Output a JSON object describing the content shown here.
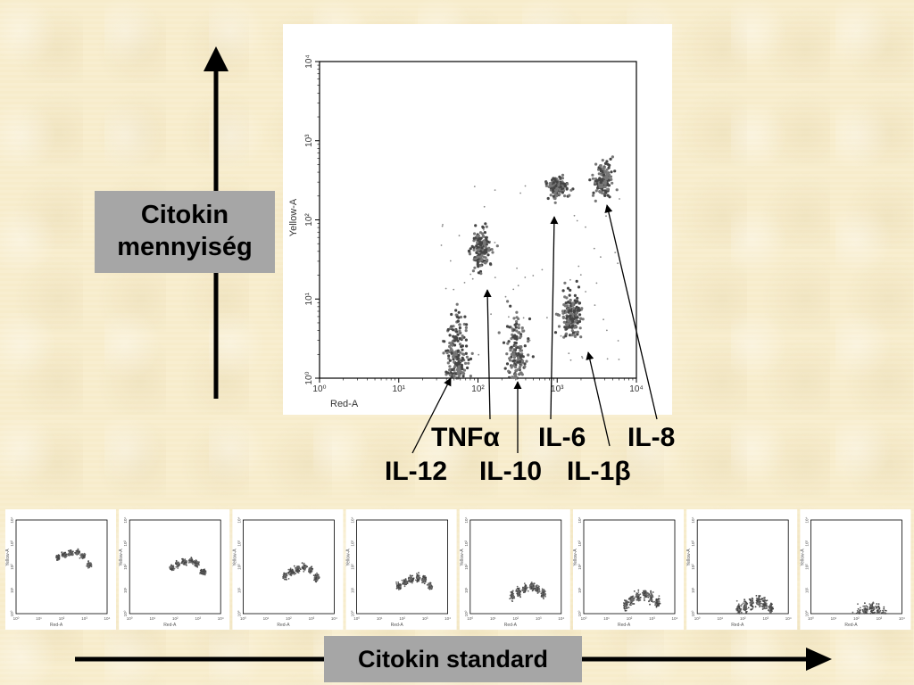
{
  "labels": {
    "cytokine_amount": "Citokin mennyiség",
    "cytokine_standard": "Citokin standard"
  },
  "cytokine_labels": [
    {
      "text": "TNFα"
    },
    {
      "text": "IL-6"
    },
    {
      "text": "IL-8"
    },
    {
      "text": "IL-12"
    },
    {
      "text": "IL-10"
    },
    {
      "text": "IL-1β"
    }
  ],
  "chart_data": [
    {
      "type": "scatter",
      "xlabel": "Red-A",
      "ylabel": "Yellow-A",
      "x_scale": "log",
      "y_scale": "log",
      "xlim": [
        1,
        10000
      ],
      "ylim": [
        1,
        10000
      ],
      "x_ticks": [
        "10⁰",
        "10¹",
        "10²",
        "10³",
        "10⁴"
      ],
      "y_ticks": [
        "10⁰",
        "10¹",
        "10²",
        "10³",
        "10⁴"
      ],
      "series": [
        {
          "label": "IL-12",
          "center": [
            55,
            1.6
          ],
          "spread": [
            0.07,
            0.28
          ],
          "n": 240
        },
        {
          "label": "TNFα",
          "center": [
            110,
            40
          ],
          "spread": [
            0.06,
            0.12
          ],
          "n": 160
        },
        {
          "label": "IL-10",
          "center": [
            300,
            1.8
          ],
          "spread": [
            0.07,
            0.25
          ],
          "n": 180
        },
        {
          "label": "IL-6",
          "center": [
            1000,
            260
          ],
          "spread": [
            0.07,
            0.06
          ],
          "n": 150
        },
        {
          "label": "IL-1β",
          "center": [
            1500,
            6
          ],
          "spread": [
            0.07,
            0.15
          ],
          "n": 170
        },
        {
          "label": "IL-8",
          "center": [
            3800,
            320
          ],
          "spread": [
            0.06,
            0.1
          ],
          "n": 150
        }
      ]
    },
    {
      "type": "scatter",
      "description": "Cytokine standard dilution series (8 small plots)",
      "xlabel": "Red-A",
      "ylabel": "Yellow-A",
      "x_ticks": [
        "10⁰",
        "10¹",
        "10²",
        "10³",
        "10⁴"
      ],
      "y_ticks": [
        "10⁰",
        "10¹",
        "10²",
        "10³",
        "10⁴"
      ],
      "cluster_x": [
        70,
        130,
        250,
        500,
        900,
        1700
      ],
      "panels": [
        {
          "levels": [
            250,
            320,
            380,
            420,
            290,
            120
          ],
          "size": 0.09
        },
        {
          "levels": [
            90,
            130,
            160,
            180,
            130,
            60
          ],
          "size": 0.1
        },
        {
          "levels": [
            40,
            60,
            80,
            95,
            70,
            35
          ],
          "size": 0.11
        },
        {
          "levels": [
            15,
            22,
            30,
            35,
            28,
            15
          ],
          "size": 0.12
        },
        {
          "levels": [
            6,
            9,
            12,
            15,
            11,
            7
          ],
          "size": 0.14
        },
        {
          "levels": [
            2.5,
            4,
            5.5,
            7,
            5,
            3
          ],
          "size": 0.17
        },
        {
          "levels": [
            1.3,
            2,
            2.6,
            3.4,
            2.5,
            1.6
          ],
          "size": 0.2
        },
        {
          "levels": [
            0.6,
            0.9,
            1.2,
            1.6,
            1.2,
            0.8
          ],
          "size": 0.24
        }
      ]
    }
  ]
}
